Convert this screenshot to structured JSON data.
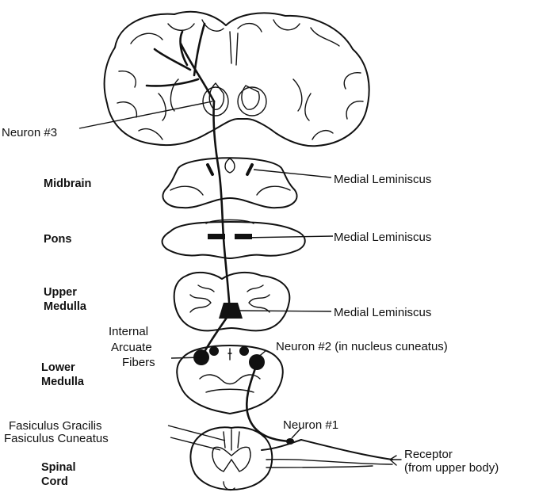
{
  "levels": {
    "midbrain": "Midbrain",
    "pons": "Pons",
    "upper_medulla": [
      "Upper",
      "Medulla"
    ],
    "lower_medulla": [
      "Lower",
      "Medulla"
    ],
    "spinal_cord": [
      "Spinal",
      "Cord"
    ]
  },
  "labels": {
    "neuron3": "Neuron #3",
    "medial_lemniscus_1": "Medial Leminiscus",
    "medial_lemniscus_2": "Medial Leminiscus",
    "medial_lemniscus_3": "Medial Leminiscus",
    "internal_arcuate": [
      "Internal",
      "Arcuate",
      "Fibers"
    ],
    "neuron2": "Neuron #2 (in nucleus cuneatus)",
    "fasiculus_gracilis": "Fasiculus Gracilis",
    "fasiculus_cuneatus": "Fasiculus Cuneatus",
    "neuron1": "Neuron #1",
    "receptor": [
      "Receptor",
      "(from upper body)"
    ]
  }
}
